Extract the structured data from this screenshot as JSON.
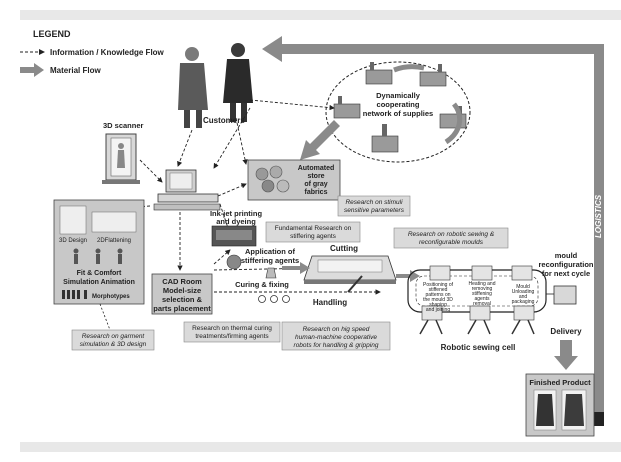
{
  "legend": {
    "title": "LEGEND",
    "info_flow": "Information / Knowledge Flow",
    "material_flow": "Material Flow"
  },
  "nodes": {
    "customers": "Customers",
    "scanner": "3D scanner",
    "network": [
      "Dynamically",
      "cooperating",
      "network of supplies"
    ],
    "store": [
      "Automated",
      "store",
      "of gray",
      "fabrics"
    ],
    "inkjet": [
      "Ink-jet printing",
      "and dyeing"
    ],
    "stiffening": [
      "Application of",
      "stiffering agents"
    ],
    "cutting": "Cutting",
    "curing": "Curing & fixing",
    "handling": "Handling",
    "cad": [
      "CAD Room",
      "Model-size",
      "selection &",
      "parts placement"
    ],
    "design_3d": "3D Design",
    "flattening": "2DFlattening",
    "fit": [
      "Fit & Comfort",
      "Simulation Animation"
    ],
    "morphotypes": "Morphotypes",
    "mould": [
      "mould",
      "reconfiguration",
      "for next cycle"
    ],
    "delivery": "Delivery",
    "finished": "Finished Product",
    "logistics": "LOGISTICS",
    "robotic_cell": "Robotic sewing cell",
    "cell_steps": {
      "positioning": [
        "Positioning of",
        "stiffened",
        "patterns on",
        "the mould 3D",
        "shaping",
        "and joining"
      ],
      "removal": [
        "Heating and",
        "removing",
        "stiffening",
        "agents",
        "removal"
      ],
      "unloading": [
        "Mould",
        "Unloading",
        "and",
        "packaging"
      ]
    }
  },
  "research": {
    "stimuli": [
      "Research on stimuli",
      "sensitive parameters"
    ],
    "fundamental": [
      "Fundamental Research on",
      "stiffering agents"
    ],
    "robotic": [
      "Research on robotic sewing &",
      "reconfigurable moulds"
    ],
    "thermal": [
      "Research on thermal curing",
      "treatments/firming agents"
    ],
    "speed": [
      "Research on hig speed",
      "human-machine cooperative",
      "robots for handling & gripping"
    ],
    "garment": [
      "Research on garment",
      "simulation & 3D design"
    ]
  },
  "colors": {
    "arrow": "#8a8a8a",
    "box": "#c8c8c8",
    "research": "#dadada",
    "ink": "#222222"
  }
}
